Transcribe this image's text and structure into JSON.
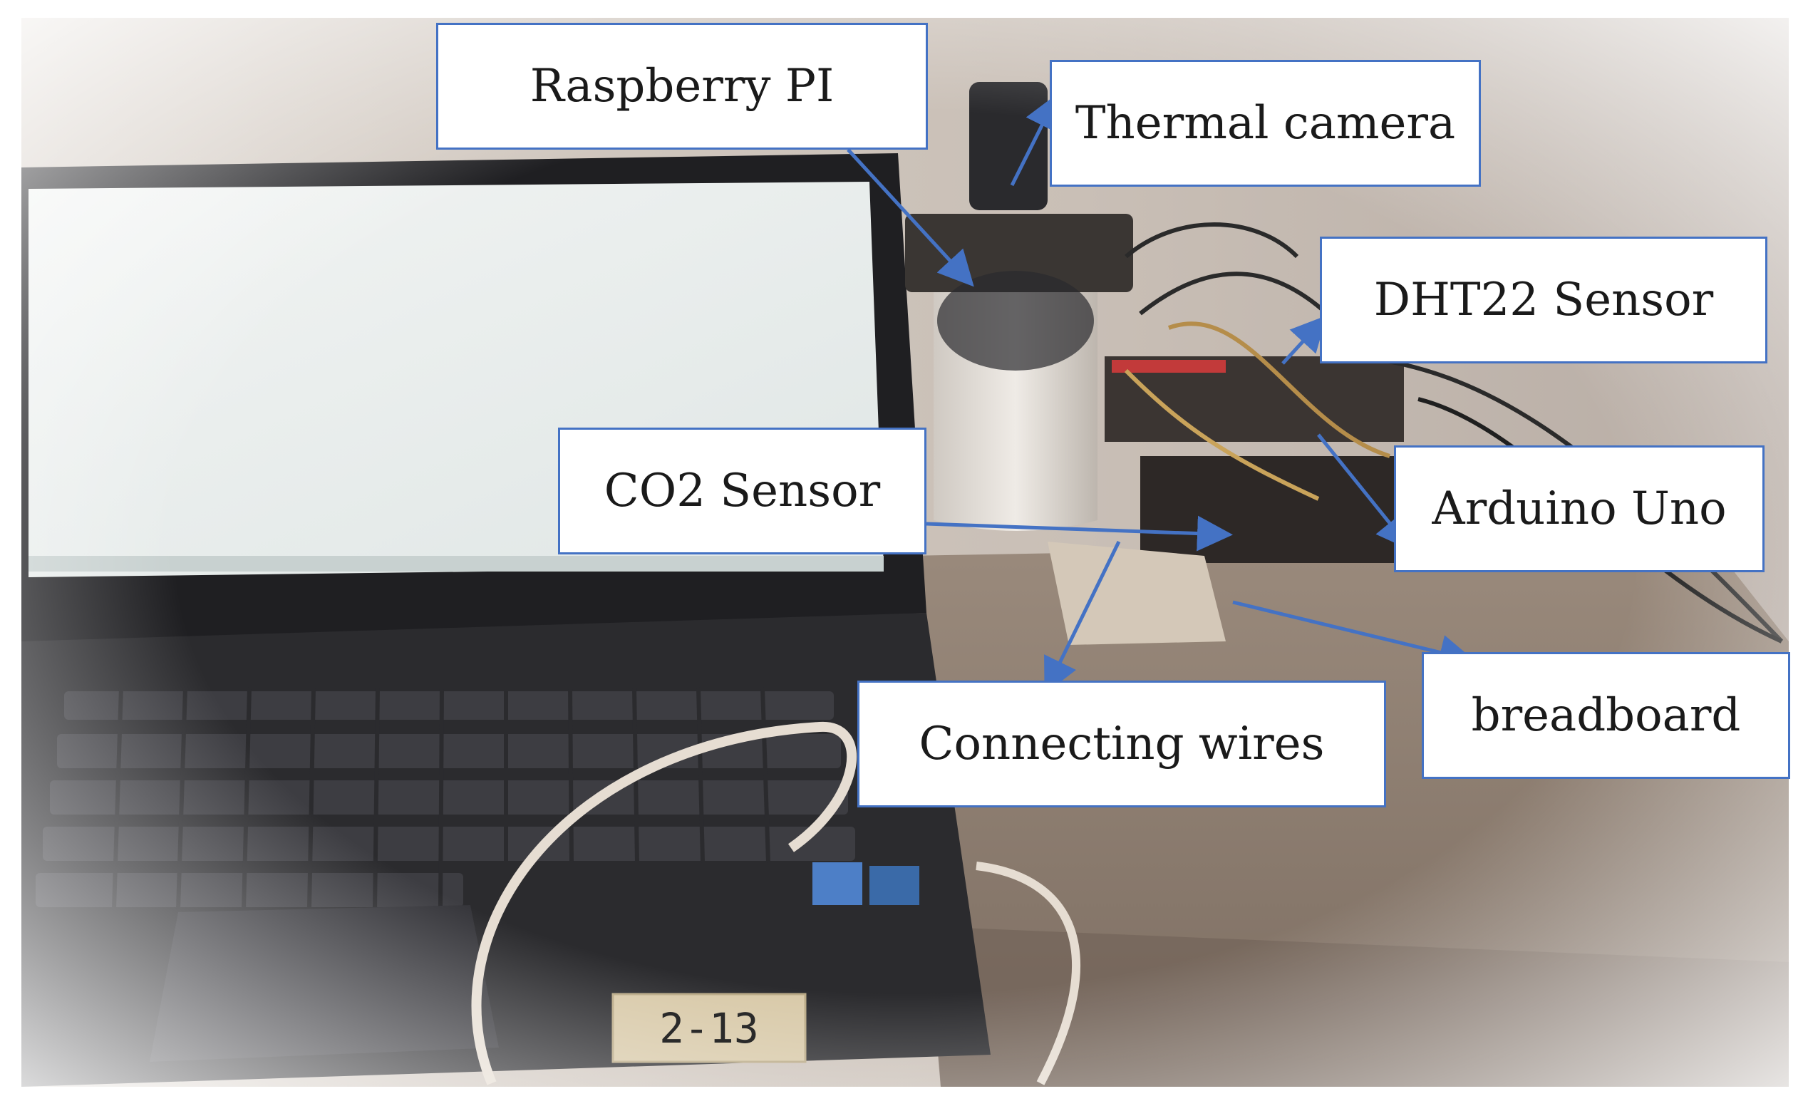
{
  "callouts": {
    "raspberry_pi": "Raspberry PI",
    "thermal_camera": "Thermal camera",
    "dht22_sensor": "DHT22 Sensor",
    "co2_sensor": "CO2 Sensor",
    "arduino_uno": "Arduino Uno",
    "breadboard": "breadboard",
    "connecting_wires": "Connecting wires"
  },
  "laptop_sticker": "2-13",
  "colors": {
    "callout_border": "#4472c4",
    "arrow": "#4472c4",
    "label_text": "#1a1a1a"
  }
}
